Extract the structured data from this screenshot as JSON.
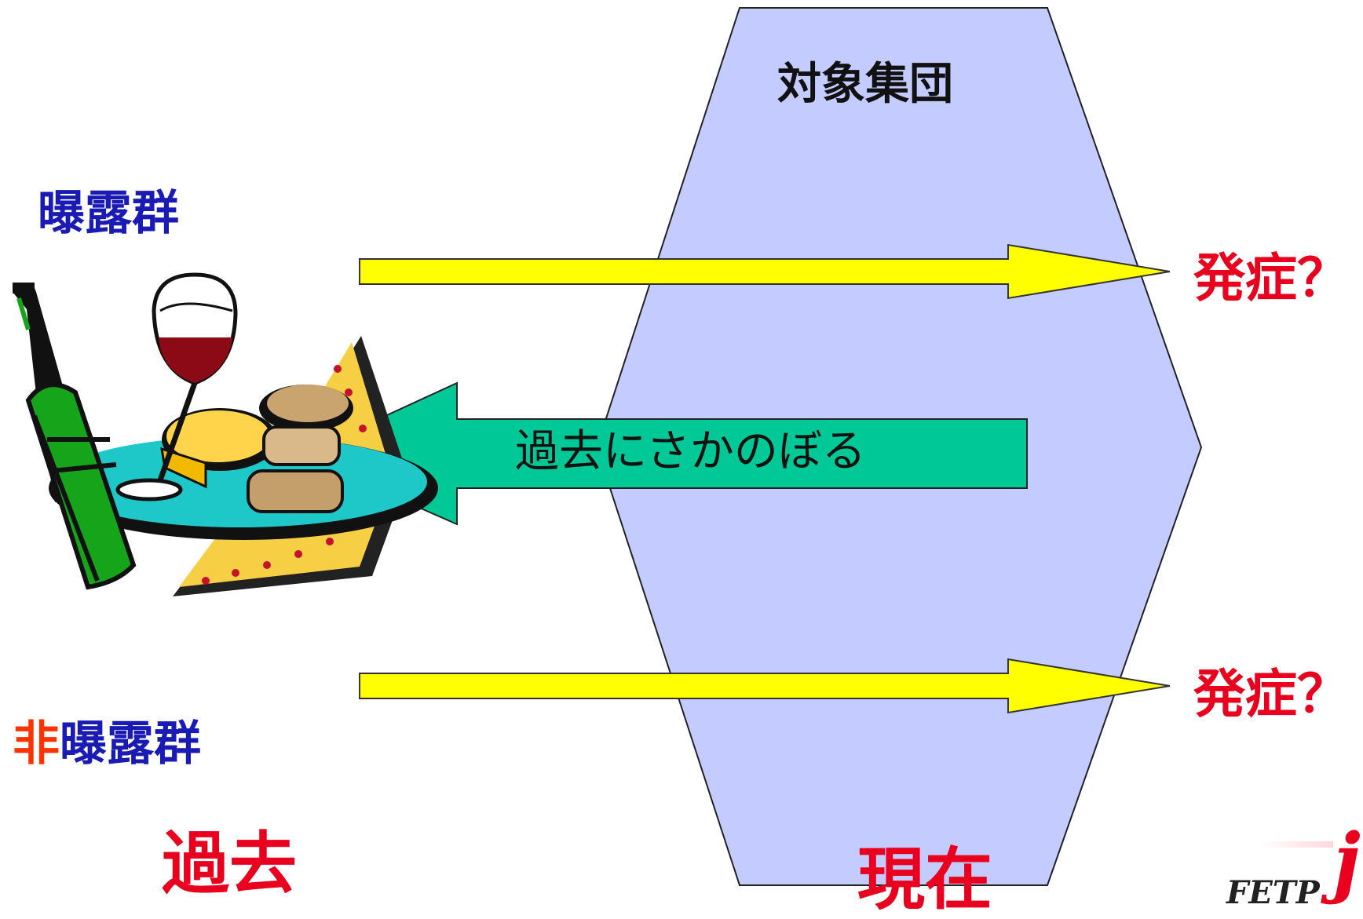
{
  "population_label": "対象集団",
  "exposed_label": "曝露群",
  "unexposed_prefix": "非",
  "unexposed_suffix": "曝露群",
  "onset_label_top": "発症？",
  "onset_label_bottom": "発症？",
  "retro_arrow_label": "過去にさかのぼる",
  "past_label": "過去",
  "present_label": "現在",
  "logo": {
    "text": "FETP",
    "mark": "j"
  },
  "colors": {
    "population_fill": "#c4ccff",
    "forward_arrow": "#ffff00",
    "retro_arrow": "#00c896",
    "group_label": "#1a1ab4",
    "onset_label": "#e8001e",
    "non_prefix": "#ff3300"
  },
  "icons": [
    "wine-bottle-icon",
    "wine-glass-icon",
    "cheese-icon",
    "bread-icon",
    "picnic-cloth-icon"
  ]
}
